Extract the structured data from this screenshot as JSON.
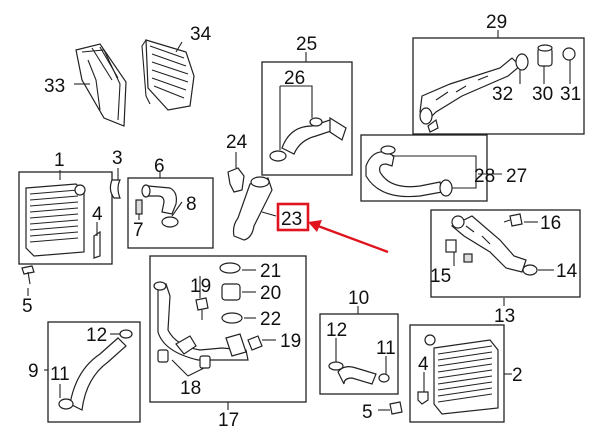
{
  "callouts": {
    "c1": "1",
    "c2": "2",
    "c3": "3",
    "c4a": "4",
    "c4b": "4",
    "c5a": "5",
    "c5b": "5",
    "c6": "6",
    "c7": "7",
    "c8": "8",
    "c9": "9",
    "c10": "10",
    "c11a": "11",
    "c11b": "11",
    "c12a": "12",
    "c12b": "12",
    "c13": "13",
    "c14": "14",
    "c15": "15",
    "c16": "16",
    "c17": "17",
    "c18": "18",
    "c19a": "19",
    "c19b": "19",
    "c20": "20",
    "c21": "21",
    "c22": "22",
    "c23": "23",
    "c24": "24",
    "c25": "25",
    "c26": "26",
    "c27": "27",
    "c28": "28",
    "c29": "29",
    "c30": "30",
    "c31": "31",
    "c32": "32",
    "c33": "33",
    "c34": "34"
  },
  "highlight": {
    "label": "23",
    "color": "#e0141e"
  }
}
